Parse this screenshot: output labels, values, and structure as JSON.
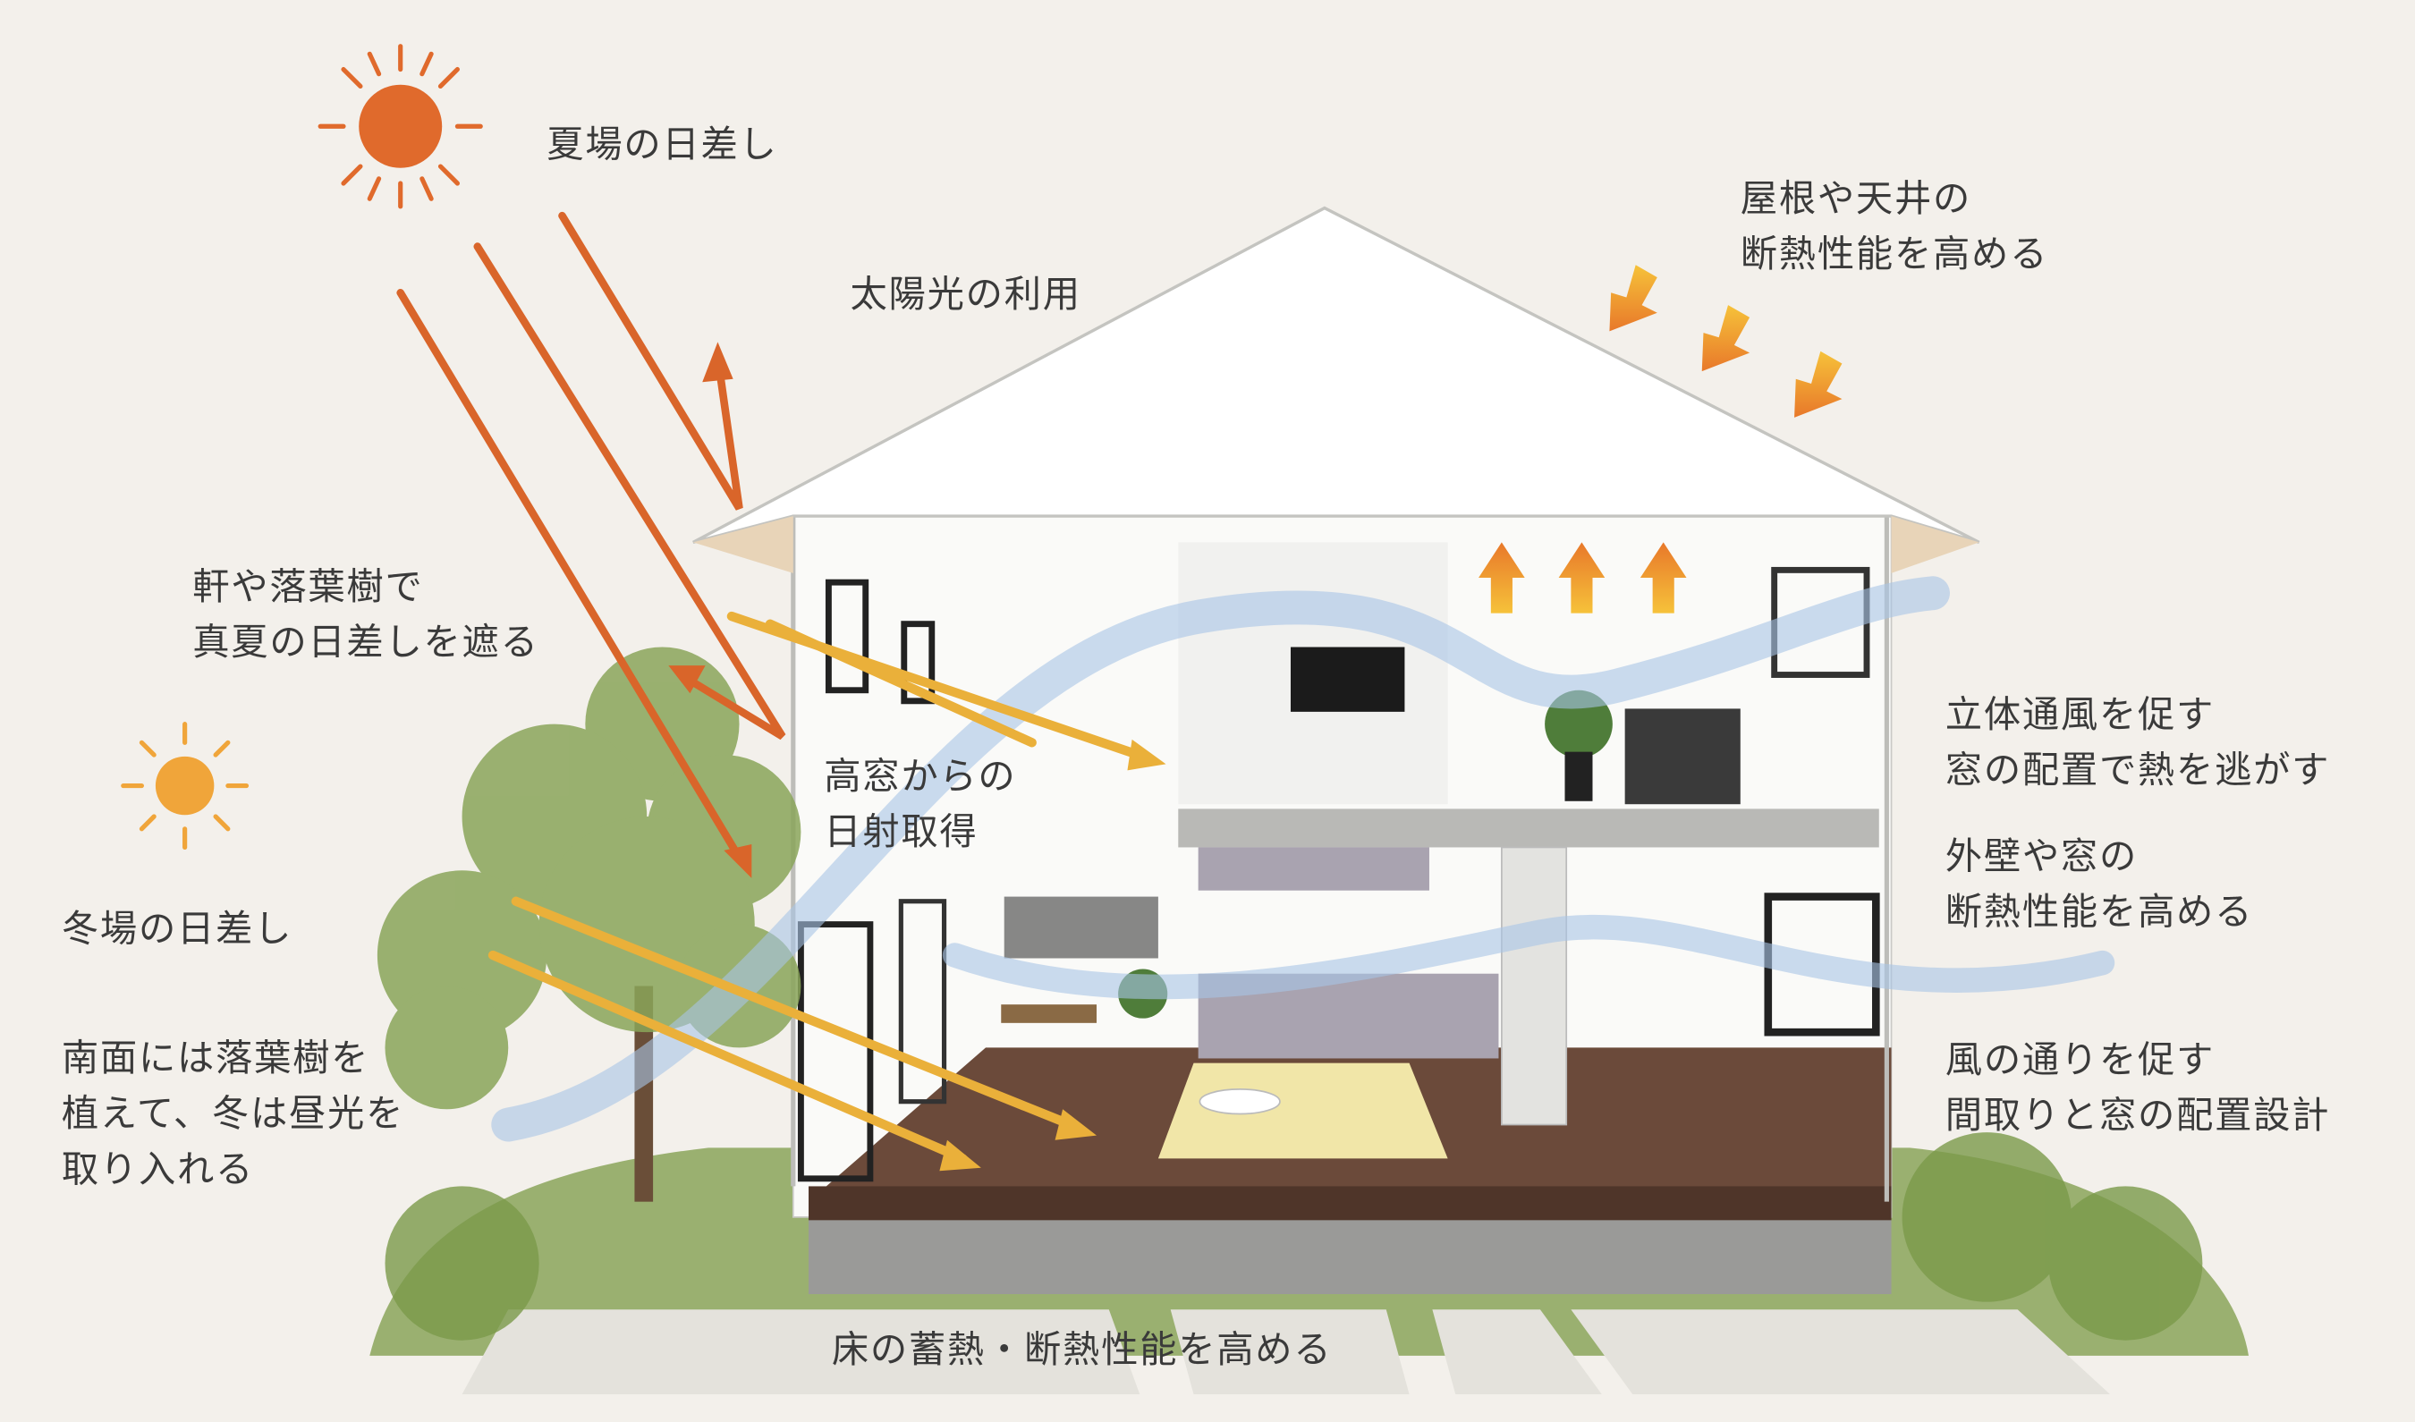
{
  "colors": {
    "background": "#f3f0eb",
    "summer_sun": "#e06a2c",
    "winter_sun": "#f0a53a",
    "summer_ray": "#d9652a",
    "winter_ray": "#eab03a",
    "wind": "#a9c5e6",
    "grass": "#8aa55a",
    "floor": "#6b4a3a"
  },
  "icons": [
    "summer-sun-icon",
    "winter-sun-icon",
    "heat-down-arrow-icon",
    "heat-up-arrow-icon"
  ],
  "labels": {
    "summer_sun": "夏場の日差し",
    "solar_use": "太陽光の利用",
    "roof_insulation": [
      "屋根や天井の",
      "断熱性能を高める"
    ],
    "eaves_shade": [
      "軒や落葉樹で",
      "真夏の日差しを遮る"
    ],
    "high_window": [
      "高窓からの",
      "日射取得"
    ],
    "cross_ventilation": [
      "立体通風を促す",
      "窓の配置で熱を逃がす"
    ],
    "wall_insulation": [
      "外壁や窓の",
      "断熱性能を高める"
    ],
    "winter_sun": "冬場の日差し",
    "deciduous_tree": [
      "南面には落葉樹を",
      "植えて、冬は昼光を",
      "取り入れる"
    ],
    "airflow_layout": [
      "風の通りを促す",
      "間取りと窓の配置設計"
    ],
    "floor_insulation": "床の蓄熱・断熱性能を高める"
  }
}
